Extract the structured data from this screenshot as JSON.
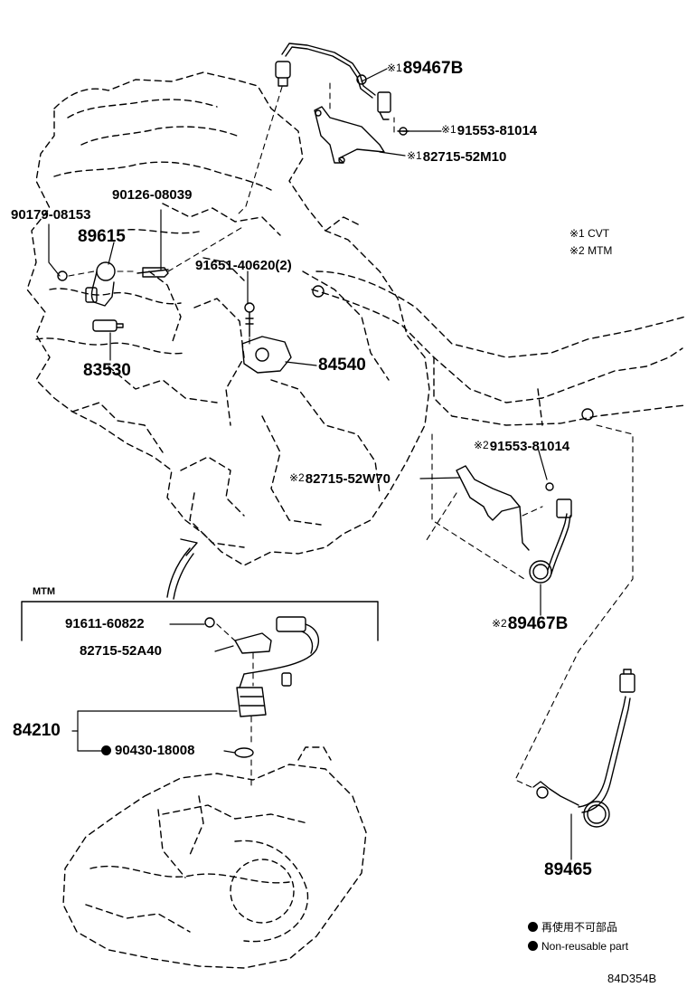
{
  "section_label": "MTM",
  "diagram_code": "84D354B",
  "legend": [
    {
      "mark": "※1",
      "text": "CVT"
    },
    {
      "mark": "※2",
      "text": "MTM"
    }
  ],
  "non_reusable_note": {
    "japanese": "再使用不可部品",
    "english": "Non-reusable part"
  },
  "callouts": [
    {
      "id": "c01",
      "mark": "※1",
      "number": "89467B"
    },
    {
      "id": "c02",
      "mark": "※1",
      "number": "91553-81014"
    },
    {
      "id": "c03",
      "mark": "※1",
      "number": "82715-52M10"
    },
    {
      "id": "c04",
      "mark": "",
      "number": "90126-08039"
    },
    {
      "id": "c05",
      "mark": "",
      "number": "90179-08153"
    },
    {
      "id": "c06",
      "mark": "",
      "number": "89615"
    },
    {
      "id": "c07",
      "mark": "",
      "number": "91651-40620(2)"
    },
    {
      "id": "c08",
      "mark": "",
      "number": "83530"
    },
    {
      "id": "c09",
      "mark": "",
      "number": "84540"
    },
    {
      "id": "c10",
      "mark": "※2",
      "number": "91553-81014"
    },
    {
      "id": "c11",
      "mark": "※2",
      "number": "82715-52W70"
    },
    {
      "id": "c12",
      "mark": "※2",
      "number": "89467B"
    },
    {
      "id": "c13",
      "mark": "",
      "number": "91611-60822"
    },
    {
      "id": "c14",
      "mark": "",
      "number": "82715-52A40"
    },
    {
      "id": "c15",
      "mark": "",
      "number": "84210"
    },
    {
      "id": "c16",
      "mark": "●",
      "number": "90430-18008"
    },
    {
      "id": "c17",
      "mark": "",
      "number": "89465"
    }
  ]
}
